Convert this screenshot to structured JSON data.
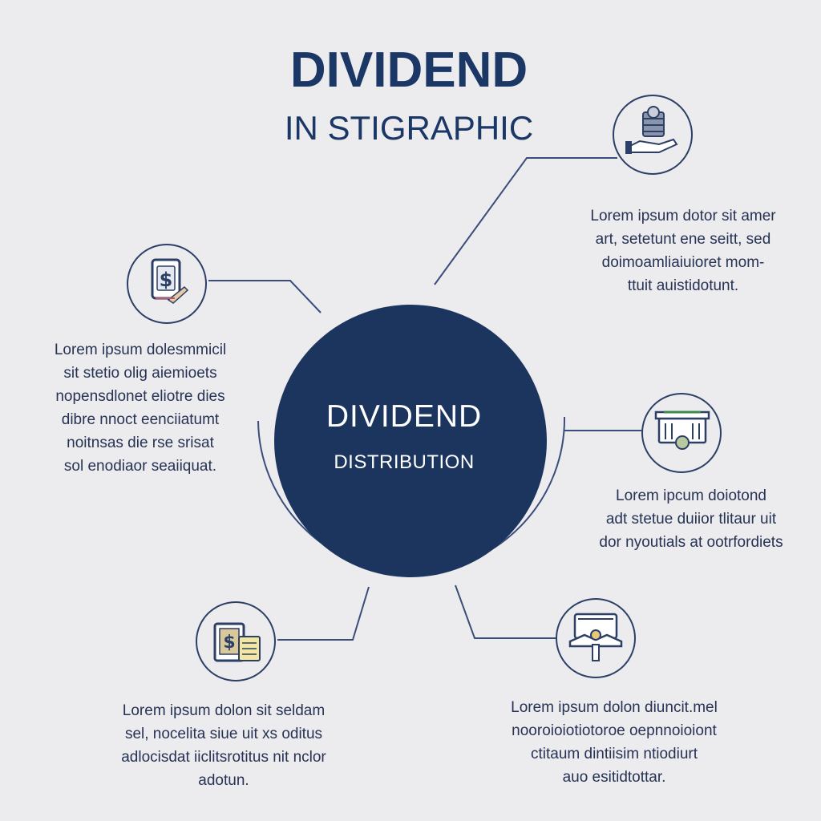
{
  "header": {
    "title": "DIVIDEND",
    "subtitle": "IN STIGRAPHIC"
  },
  "center": {
    "line1": "DIVIDEND",
    "line2": "DISTRIBUTION"
  },
  "nodes": [
    {
      "icon": "money-hand-icon",
      "lines": [
        "Lorem ipsum dotor sit amer",
        "art, setetunt ene seitt, sed",
        "doimoamliaiuioret mom-",
        "ttuit auistidotunt."
      ]
    },
    {
      "icon": "dollar-document-icon",
      "lines": [
        "Lorem ipsum dolesmmicil",
        "sit stetio olig aiemioets",
        "nopensdlonet eliotre dies",
        "dibre nnoct eenciiatumt",
        "noitnsas die rse srisat",
        "sol enodiaor seaiiquat."
      ]
    },
    {
      "icon": "cash-register-icon",
      "lines": [
        "Lorem ipcum doiotond",
        "adt stetue duiior tlitaur uit",
        "dor nyoutials at ootrfordiets"
      ]
    },
    {
      "icon": "dollar-certificate-icon",
      "lines": [
        "Lorem ipsum dolon sit seldam",
        "sel, nocelita siue uit xs oditus",
        "adlocisdat iiclitsrotitus nit nclor",
        "adotun."
      ]
    },
    {
      "icon": "bank-hands-icon",
      "lines": [
        "Lorem ipsum dolon diuncit.mel",
        "nooroioiotiotoroe oepnnoioiont",
        "ctitaum dintiisim ntiodiurt",
        "auo esitidtottar."
      ]
    }
  ],
  "colors": {
    "navy": "#1b355f",
    "background": "#ecebee",
    "line": "#2c3f66"
  }
}
